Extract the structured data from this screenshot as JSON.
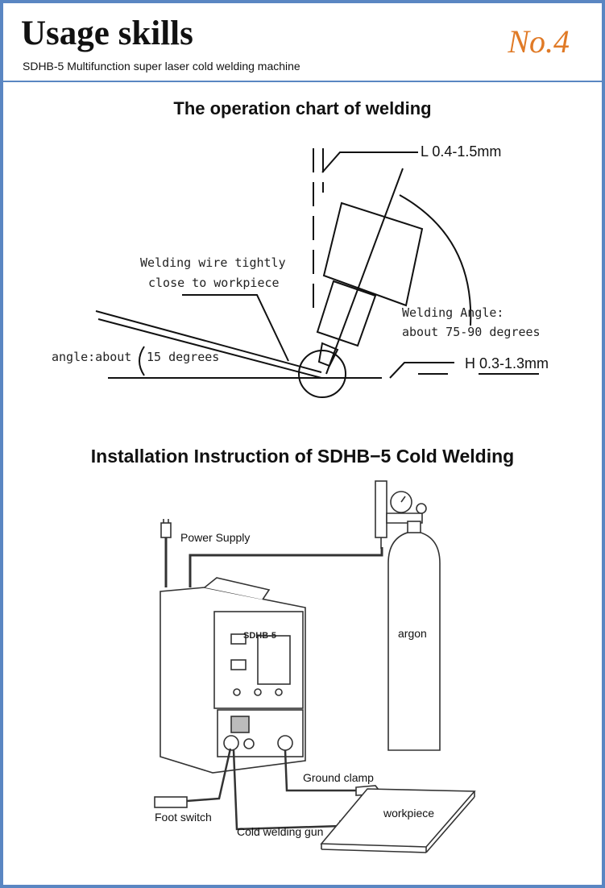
{
  "header": {
    "title": "Usage skills",
    "subtitle": "SDHB-5 Multifunction super laser cold welding machine",
    "badge": "No.4"
  },
  "operation_chart": {
    "title": "The operation chart of welding",
    "labels": {
      "length": "L 0.4-1.5mm",
      "wire_line1": "Welding wire tightly",
      "wire_line2": "close to workpiece",
      "angle_line1": "Welding Angle:",
      "angle_line2": "about 75-90 degrees",
      "wire_angle": "angle:about",
      "wire_angle_value": "15 degrees",
      "height": "H 0.3-1.3mm"
    }
  },
  "installation": {
    "title": "Installation Instruction of SDHB−5 Cold Welding",
    "labels": {
      "power_supply": "Power Supply",
      "argon": "argon",
      "ground_clamp": "Ground clamp",
      "foot_switch": "Foot switch",
      "workpiece": "workpiece",
      "cold_welding_gun": "Cold welding gun"
    },
    "machine_label": "SDHB-5"
  }
}
